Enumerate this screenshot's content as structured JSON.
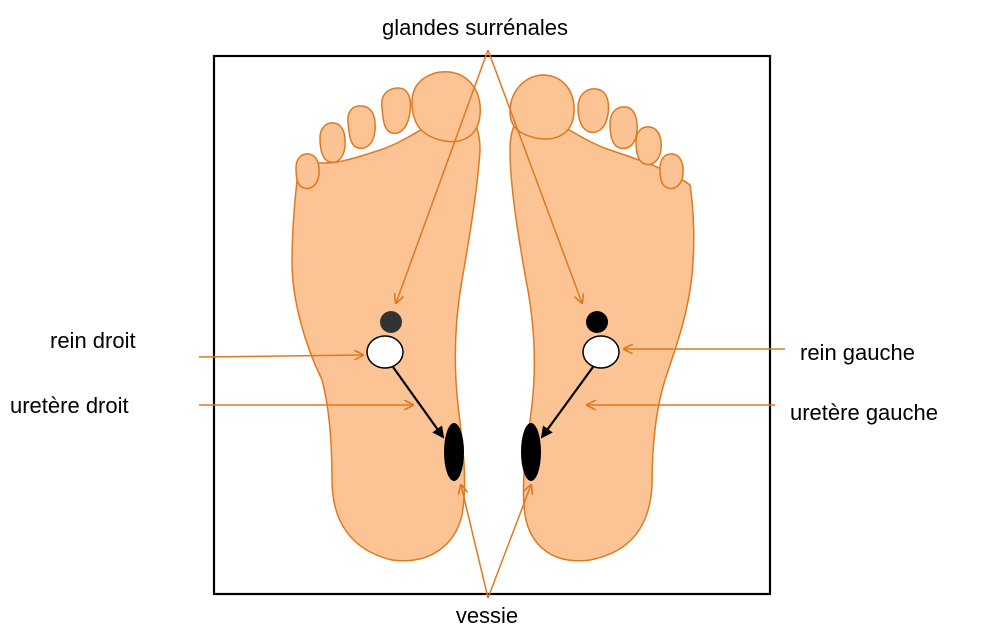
{
  "labels": {
    "adrenal": "glandes surrénales",
    "kidney_right": "rein droit",
    "ureter_right": "uretère droit",
    "kidney_left": "rein gauche",
    "ureter_left": "uretère gauche",
    "bladder": "vessie"
  },
  "colors": {
    "skin": "#fcc494",
    "outline": "#e07820",
    "arrow": "#e07820",
    "frame": "#000000",
    "adrenal": "#333333",
    "kidney": "#ffffff",
    "bladder": "#000000",
    "ureter": "#000000"
  },
  "icons": {
    "adrenal": "filled-dark-circle",
    "kidney": "white-circle",
    "bladder": "black-ellipse"
  }
}
